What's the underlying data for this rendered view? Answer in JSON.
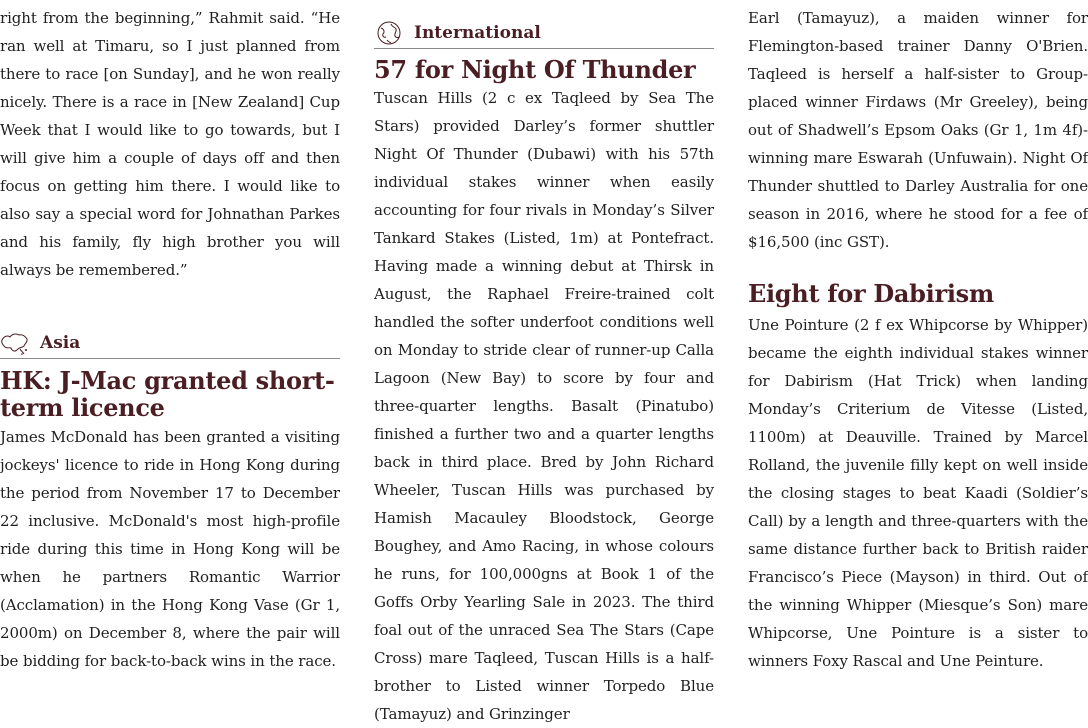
{
  "column1": {
    "intro_paragraph": "right from the beginning,” Rahmit said. “He ran well at Timaru, so I just planned from there to race [on Sunday], and he won really nicely. There is a race in [New Zealand] Cup Week that I would like to go towards, but I will give him a couple of days off and then focus on getting him there. I would like to also say a special word for Johnathan Parkes and his family, fly high brother you will always be remembered.”",
    "section": {
      "icon": "asia-map-icon",
      "label": "Asia"
    },
    "article": {
      "headline": "HK: J-Mac granted short-term licence",
      "body": "James McDonald has been granted a visiting jockeys' licence to ride in Hong Kong during the period from November 17 to December 22 inclusive. McDonald's most high-profile ride during this time in Hong Kong will be when he partners Romantic Warrior (Acclamation) in the Hong Kong Vase (Gr 1, 2000m) on December 8, where the pair will be bidding for back-to-back wins in the race."
    }
  },
  "column2": {
    "section": {
      "icon": "globe-icon",
      "label": "International"
    },
    "article": {
      "headline": "57 for Night Of Thunder",
      "body": "Tuscan Hills (2 c ex Taqleed by Sea The Stars) provided Darley’s former shuttler Night Of Thunder (Dubawi) with his 57th individual stakes winner when easily accounting for four rivals in Monday’s Silver Tankard Stakes (Listed, 1m) at Pontefract. Having made a winning debut at Thirsk in August, the Raphael Freire-trained colt handled the softer underfoot conditions well on Monday to stride clear of runner-up Calla Lagoon (New Bay) to score by four and three-quarter lengths. Basalt (Pinatubo) finished a further two and a quarter lengths back in third place. Bred by John Richard Wheeler, Tuscan Hills was purchased by Hamish Macauley Bloodstock, George Boughey, and Amo Racing, in whose colours he runs, for 100,000gns at Book 1 of the Goffs Orby Yearling Sale in 2023. The third foal out of the unraced Sea The Stars (Cape Cross) mare Taqleed, Tuscan Hills is a half-brother to Listed winner Torpedo Blue (Tamayuz) and Grinzinger"
    }
  },
  "column3": {
    "continuation": "Earl (Tamayuz), a maiden winner for Flemington-based trainer Danny O'Brien. Taqleed is herself a half-sister to Group-placed winner Firdaws (Mr Greeley), being out of Shadwell’s Epsom Oaks (Gr 1, 1m 4f)-winning mare Eswarah (Unfuwain). Night Of Thunder shuttled to Darley Australia for one season in 2016, where he stood for a fee of $16,500 (inc GST).",
    "article": {
      "headline": "Eight for Dabirism",
      "body": "Une Pointure (2 f ex Whipcorse by Whipper) became the eighth individual stakes winner for Dabirism (Hat Trick) when landing Monday’s Criterium de Vitesse (Listed, 1100m) at Deauville. Trained by Marcel Rolland, the juvenile filly kept on well inside the closing stages to beat Kaadi (Soldier’s Call) by a length and three-quarters with the same distance further back to British raider Francisco’s Piece (Mayson) in third. Out of the winning Whipper (Miesque’s Son) mare Whipcorse, Une Pointure is a sister to winners Foxy Rascal and Une Peinture."
    }
  },
  "colors": {
    "headline": "#4a1e22",
    "body_text": "#1f1f1f",
    "rule": "#8a8a8a"
  }
}
